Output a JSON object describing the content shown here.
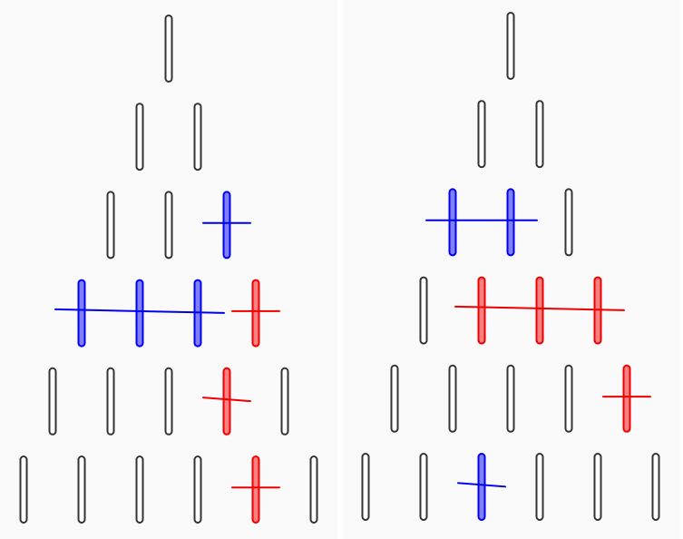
{
  "colors": {
    "background": "#fafafa",
    "stick_outline": "#333333",
    "stick_fill": "#ffffff",
    "player_blue_stroke": "#0000ee",
    "player_blue_fill": "#8080ff",
    "player_red_stroke": "#ee0000",
    "player_red_fill": "#ff8080"
  },
  "boards": [
    {
      "rows": [
        [
          null
        ],
        [
          null,
          null
        ],
        [
          null,
          null,
          "blue"
        ],
        [
          "blue",
          "blue",
          "blue",
          "red"
        ],
        [
          null,
          null,
          null,
          "red",
          null
        ],
        [
          null,
          null,
          null,
          null,
          "red",
          null
        ]
      ],
      "strokes": [
        {
          "player": "blue",
          "row": 2,
          "from": 2,
          "to": 2
        },
        {
          "player": "blue",
          "row": 3,
          "from": 0,
          "to": 2
        },
        {
          "player": "red",
          "row": 3,
          "from": 3,
          "to": 3
        },
        {
          "player": "red",
          "row": 4,
          "from": 3,
          "to": 3
        },
        {
          "player": "red",
          "row": 5,
          "from": 4,
          "to": 4
        }
      ]
    },
    {
      "rows": [
        [
          null
        ],
        [
          null,
          null
        ],
        [
          "blue",
          "blue",
          null
        ],
        [
          null,
          "red",
          "red",
          "red"
        ],
        [
          null,
          null,
          null,
          null,
          "red"
        ],
        [
          null,
          null,
          "blue",
          null,
          null,
          null
        ]
      ],
      "strokes": [
        {
          "player": "blue",
          "row": 2,
          "from": 0,
          "to": 1
        },
        {
          "player": "red",
          "row": 3,
          "from": 1,
          "to": 3
        },
        {
          "player": "red",
          "row": 4,
          "from": 4,
          "to": 4
        },
        {
          "player": "blue",
          "row": 5,
          "from": 2,
          "to": 2
        }
      ]
    }
  ]
}
